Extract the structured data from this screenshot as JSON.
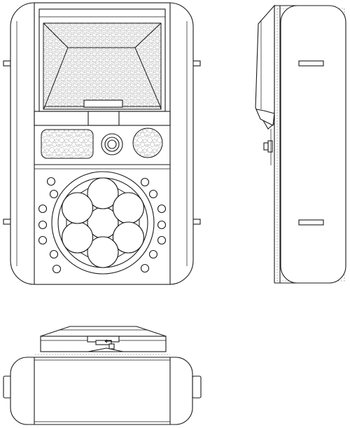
{
  "drawing": {
    "views": [
      {
        "id": "front-view"
      },
      {
        "id": "side-view"
      },
      {
        "id": "top-view"
      }
    ],
    "colors": {
      "line": "#1a1a1a",
      "paper": "#ffffff",
      "texture": "#9a9a9a"
    }
  }
}
